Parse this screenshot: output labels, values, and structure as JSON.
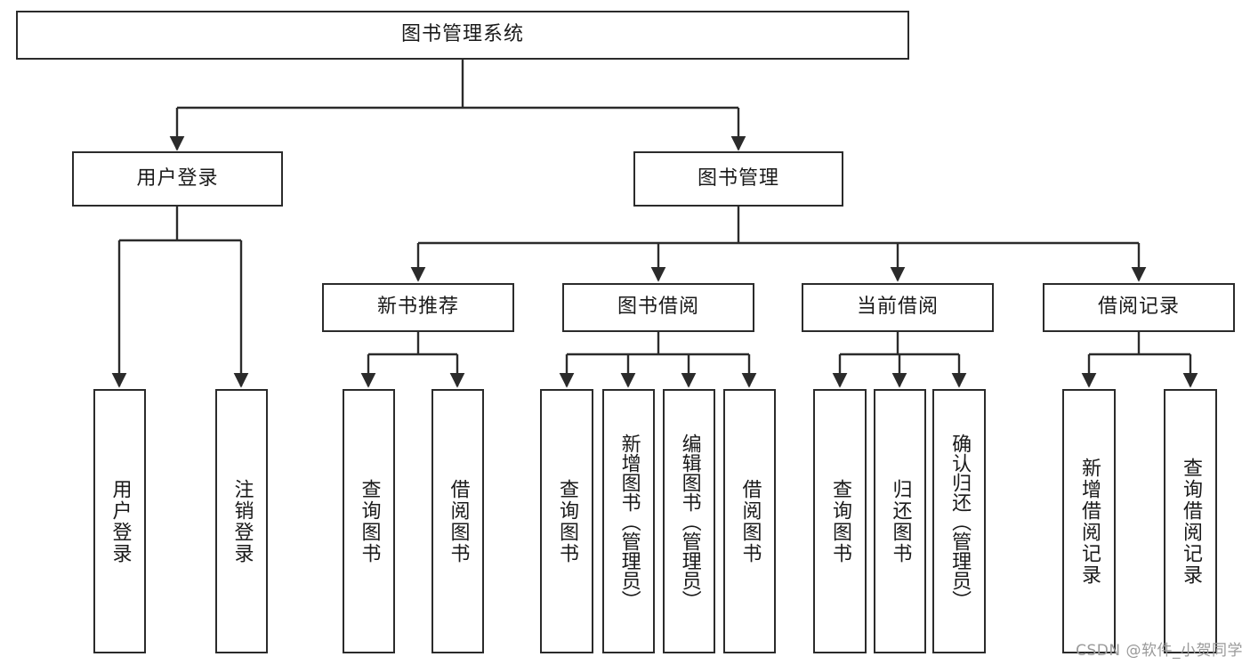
{
  "diagram": {
    "title": "图书管理系统",
    "type": "tree-hierarchy",
    "watermark": "CSDN @软件_小贺同学",
    "stroke_color": "#2b2b2b",
    "fill_color": "#ffffff",
    "text_color": "#1a1a1a",
    "watermark_color": "#9a9a9a"
  },
  "root": {
    "label": "图书管理系统"
  },
  "level2": [
    {
      "label": "用户登录"
    },
    {
      "label": "图书管理"
    }
  ],
  "level3": [
    {
      "label": "新书推荐"
    },
    {
      "label": "图书借阅"
    },
    {
      "label": "当前借阅"
    },
    {
      "label": "借阅记录"
    }
  ],
  "leaves": {
    "user_login": [
      {
        "label": "用户登录"
      },
      {
        "label": "注销登录"
      }
    ],
    "new_book": [
      {
        "label": "查询图书"
      },
      {
        "label": "借阅图书"
      }
    ],
    "book_borrow": [
      {
        "label": "查询图书"
      },
      {
        "label": "新增图书（管理员）"
      },
      {
        "label": "编辑图书（管理员）"
      },
      {
        "label": "借阅图书"
      }
    ],
    "current_borrow": [
      {
        "label": "查询图书"
      },
      {
        "label": "归还图书"
      },
      {
        "label": "确认归还（管理员）"
      }
    ],
    "borrow_record": [
      {
        "label": "新增借阅记录"
      },
      {
        "label": "查询借阅记录"
      }
    ]
  }
}
